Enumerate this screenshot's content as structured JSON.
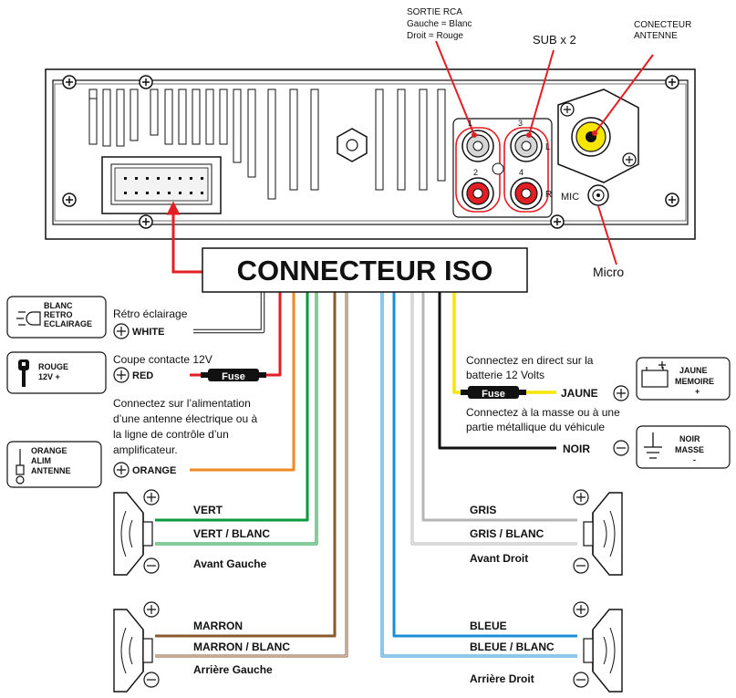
{
  "header": {
    "rca_title": "SORTIE RCA",
    "rca_left": "Gauche = Blanc",
    "rca_right": "Droit = Rouge",
    "sub": "SUB x 2",
    "antenna_line1": "CONECTEUR",
    "antenna_line2": "ANTENNE"
  },
  "unit": {
    "jack_1": "1",
    "jack_2": "2",
    "jack_3": "3",
    "jack_4": "4",
    "L": "L",
    "R": "R",
    "mic": "MIC",
    "micro": "Micro"
  },
  "connector_title": "CONNECTEUR ISO",
  "left_side": {
    "backlight_label": "Rétro éclairage",
    "backlight_wire": "WHITE",
    "backlight_box": [
      "BLANC",
      "RETRO",
      "ECLAIRAGE"
    ],
    "ignition_label": "Coupe contacte 12V",
    "ignition_wire": "RED",
    "ignition_box": [
      "ROUGE",
      "12V +"
    ],
    "fuse": "Fuse",
    "antenna_text": [
      "Connectez sur l’alimentation",
      "d’une antenne électrique ou à",
      "la ligne de contrôle d’un",
      "amplificateur."
    ],
    "antenna_wire": "ORANGE",
    "antenna_box": [
      "ORANGE",
      "ALIM",
      "ANTENNE"
    ]
  },
  "right_side": {
    "battery_text": [
      "Connectez en direct sur la",
      "batterie 12 Volts"
    ],
    "battery_wire": "JAUNE",
    "battery_box": [
      "JAUNE",
      "MEMOIRE",
      "+"
    ],
    "fuse": "Fuse",
    "ground_text": [
      "Connectez à la masse ou à une",
      "partie métallique du véhicule"
    ],
    "ground_wire": "NOIR",
    "ground_box": [
      "NOIR",
      "MASSE",
      "-"
    ]
  },
  "speakers": {
    "front_left": {
      "pos": "VERT",
      "neg": "VERT / BLANC",
      "name": "Avant Gauche"
    },
    "front_right": {
      "pos": "GRIS",
      "neg": "GRIS / BLANC",
      "name": "Avant Droit"
    },
    "rear_left": {
      "pos": "MARRON",
      "neg": "MARRON / BLANC",
      "name": "Arrière Gauche"
    },
    "rear_right": {
      "pos": "BLEUE",
      "neg": "BLEUE / BLANC",
      "name": "Arrière Droit"
    }
  },
  "colors": {
    "red": "#e31e24",
    "green": "#0a9a3c",
    "orange": "#f08a24",
    "brown": "#8b5a2b",
    "blue": "#1b8fd6",
    "gray": "#b5b5b5",
    "yellow": "#f7e600",
    "black": "#111111"
  }
}
